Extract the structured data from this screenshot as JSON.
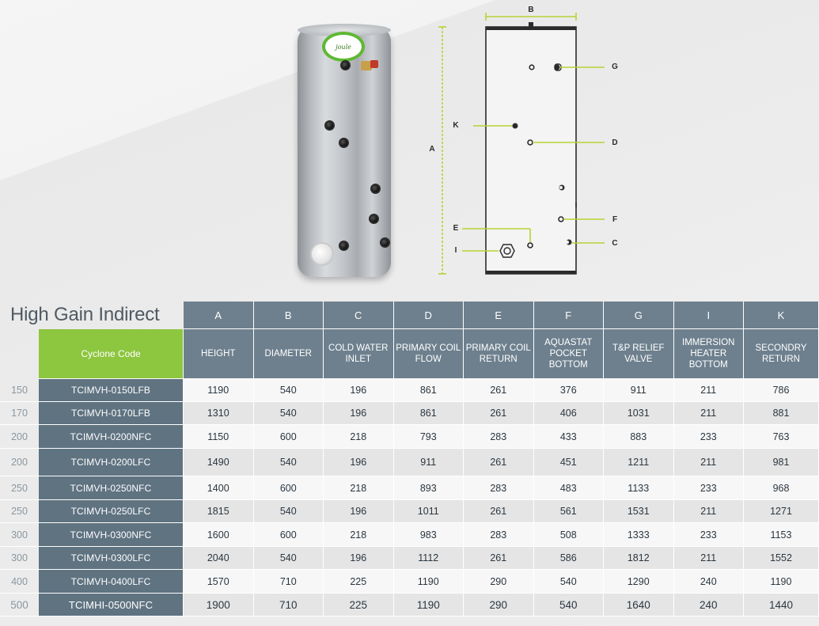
{
  "title": "High Gain Indirect",
  "product": {
    "logo_text": "joule"
  },
  "diagram": {
    "labels": {
      "A": "A",
      "B": "B",
      "C": "C",
      "D": "D",
      "E": "E",
      "F": "F",
      "G": "G",
      "I": "I",
      "K": "K"
    },
    "accent_color": "#b5d334"
  },
  "table": {
    "colors": {
      "header_bg": "#6e808e",
      "code_header_bg": "#8dc63f",
      "code_cell_bg": "#5f7381",
      "row_light": "#f7f7f7",
      "row_dark": "#e5e5e5"
    },
    "letters": [
      "A",
      "B",
      "C",
      "D",
      "E",
      "F",
      "G",
      "I",
      "K"
    ],
    "code_header": "Cyclone Code",
    "descriptions": [
      "HEIGHT",
      "DIAMETER",
      "COLD WATER INLET",
      "PRIMARY COIL FLOW",
      "PRIMARY COIL RETURN",
      "AQUASTAT POCKET BOTTOM",
      "T&P RELIEF VALVE",
      "IMMERSION HEATER BOTTOM",
      "SECONDRY RETURN"
    ],
    "rows": [
      {
        "size": "150",
        "code": "TCIMVH-0150LFB",
        "values": [
          "1190",
          "540",
          "196",
          "861",
          "261",
          "376",
          "911",
          "211",
          "786"
        ]
      },
      {
        "size": "170",
        "code": "TCIMVH-0170LFB",
        "values": [
          "1310",
          "540",
          "196",
          "861",
          "261",
          "406",
          "1031",
          "211",
          "881"
        ]
      },
      {
        "size": "200",
        "code": "TCIMVH-0200NFC",
        "values": [
          "1150",
          "600",
          "218",
          "793",
          "283",
          "433",
          "883",
          "233",
          "763"
        ]
      },
      {
        "size": "200",
        "code": "TCIMVH-0200LFC",
        "values": [
          "1490",
          "540",
          "196",
          "911",
          "261",
          "451",
          "1211",
          "211",
          "981"
        ]
      },
      {
        "size": "250",
        "code": "TCIMVH-0250NFC",
        "values": [
          "1400",
          "600",
          "218",
          "893",
          "283",
          "483",
          "1133",
          "233",
          "968"
        ]
      },
      {
        "size": "250",
        "code": "TCIMVH-0250LFC",
        "values": [
          "1815",
          "540",
          "196",
          "1011",
          "261",
          "561",
          "1531",
          "211",
          "1271"
        ]
      },
      {
        "size": "300",
        "code": "TCIMVH-0300NFC",
        "values": [
          "1600",
          "600",
          "218",
          "983",
          "283",
          "508",
          "1333",
          "233",
          "1153"
        ]
      },
      {
        "size": "300",
        "code": "TCIMVH-0300LFC",
        "values": [
          "2040",
          "540",
          "196",
          "1112",
          "261",
          "586",
          "1812",
          "211",
          "1552"
        ]
      },
      {
        "size": "400",
        "code": "TCIMVH-0400LFC",
        "values": [
          "1570",
          "710",
          "225",
          "1190",
          "290",
          "540",
          "1290",
          "240",
          "1190"
        ]
      },
      {
        "size": "500",
        "code": "TCIMHI-0500NFC",
        "values": [
          "1900",
          "710",
          "225",
          "1190",
          "290",
          "540",
          "1640",
          "240",
          "1440"
        ]
      }
    ]
  }
}
